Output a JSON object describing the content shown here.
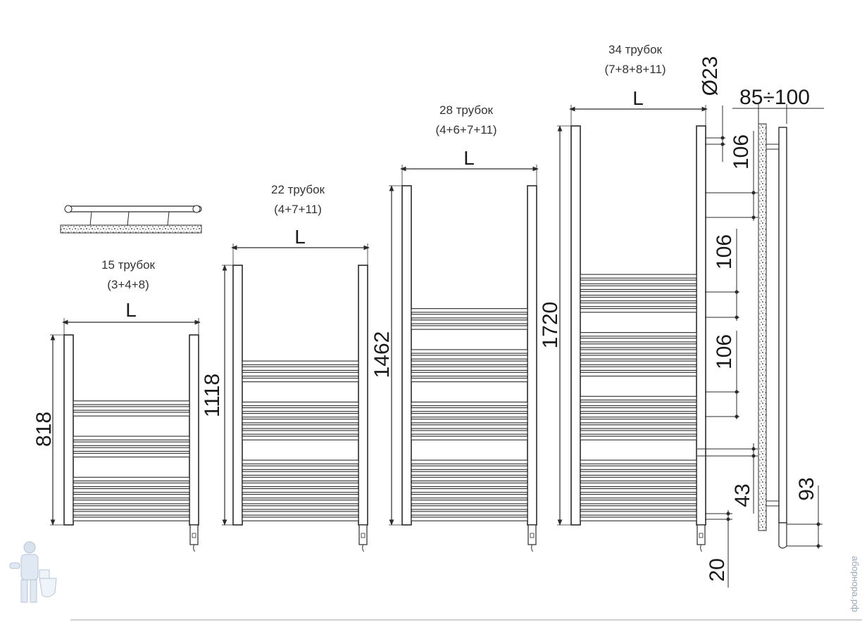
{
  "radiators": [
    {
      "caption_count": "15 трубок",
      "caption_groups": "(3+4+8)",
      "width_label": "L",
      "height_label": "818"
    },
    {
      "caption_count": "22 трубок",
      "caption_groups": "(4+7+11)",
      "width_label": "L",
      "height_label": "1118"
    },
    {
      "caption_count": "28 трубок",
      "caption_groups": "(4+6+7+11)",
      "width_label": "L",
      "height_label": "1462"
    },
    {
      "caption_count": "34 трубок",
      "caption_groups": "(7+8+8+11)",
      "width_label": "L",
      "height_label": "1720"
    }
  ],
  "dimensions": {
    "tube_diameter": "Ø23",
    "wall_distance": "85÷100",
    "gap_top": "106",
    "gap_mid_1": "106",
    "gap_mid_2": "106",
    "bottom_offset": "43",
    "bottom_right": "93",
    "heater_offset": "20"
  },
  "watermark": "аборнора.рф",
  "colors": {
    "line": "#2b2b2b",
    "background": "#ffffff",
    "watermark": "#9aa8b8"
  }
}
